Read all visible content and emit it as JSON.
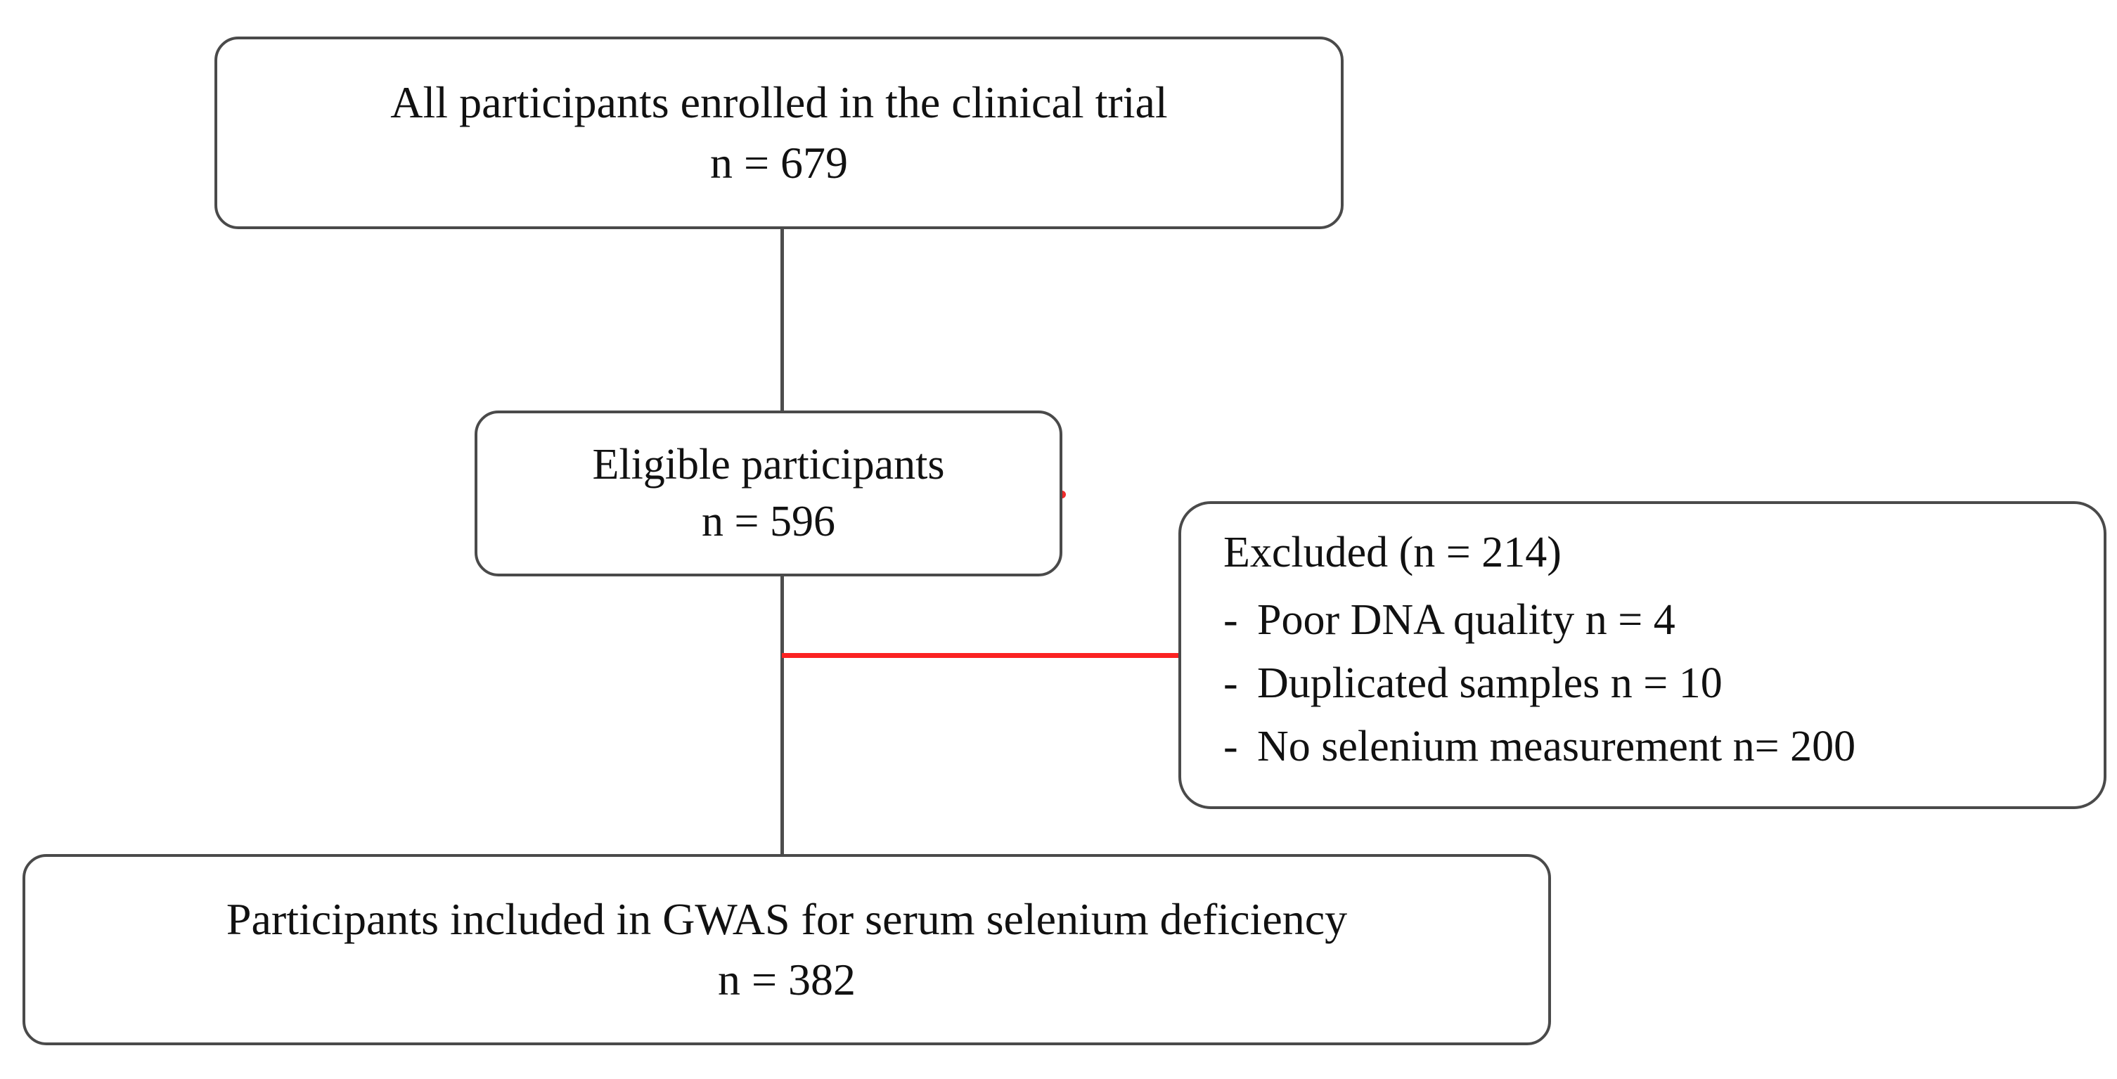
{
  "figure": {
    "type": "participant-flow-diagram",
    "colors": {
      "box_border": "#4a4a4a",
      "connector": "#4d4d4d",
      "exclusion_connector": "#fb2222",
      "text": "#111111",
      "background": "#ffffff"
    }
  },
  "nodes": {
    "enrolled": {
      "line1": "All participants enrolled in the clinical trial",
      "line2": "n = 679",
      "n": 679
    },
    "eligible": {
      "line1": "Eligible participants",
      "line2": "n = 596",
      "n": 596
    },
    "excluded": {
      "title": "Excluded (n = 214)",
      "n": 214,
      "bullet_marker": "-",
      "items": [
        {
          "label": "Poor DNA quality n = 4",
          "n": 4
        },
        {
          "label": "Duplicated samples n = 10",
          "n": 10
        },
        {
          "label": "No selenium measurement n= 200",
          "n": 200
        }
      ]
    },
    "included": {
      "line1": "Participants included in GWAS for serum selenium deficiency",
      "line2": "n = 382",
      "n": 382
    }
  },
  "connectors": [
    {
      "name": "enrolled-to-eligible",
      "orientation": "vertical",
      "color": "#4d4d4d"
    },
    {
      "name": "eligible-to-included",
      "orientation": "vertical",
      "color": "#4d4d4d"
    },
    {
      "name": "eligible-to-excluded",
      "orientation": "horizontal",
      "color": "#fb2222"
    }
  ]
}
